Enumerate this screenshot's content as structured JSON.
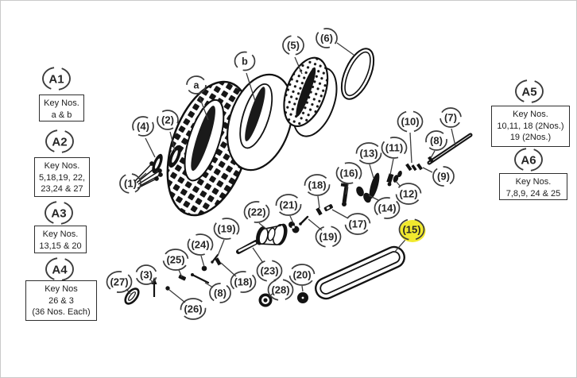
{
  "panels": {
    "a1": {
      "label": "A1",
      "lines": [
        "Key Nos.",
        "a & b"
      ]
    },
    "a2": {
      "label": "A2",
      "lines": [
        "Key Nos.",
        "5,18,19, 22,",
        "23,24 & 27"
      ]
    },
    "a3": {
      "label": "A3",
      "lines": [
        "Key Nos.",
        "13,15 & 20"
      ]
    },
    "a4": {
      "label": "A4",
      "lines": [
        "Key Nos",
        "26 & 3",
        "(36 Nos. Each)"
      ]
    },
    "a5": {
      "label": "A5",
      "lines": [
        "Key Nos.",
        "10,11, 18 (2Nos.)",
        "19 (2Nos.)"
      ]
    },
    "a6": {
      "label": "A6",
      "lines": [
        "Key Nos.",
        "7,8,9, 24 & 25"
      ]
    }
  },
  "callouts": [
    {
      "id": "a",
      "label": "a",
      "paren": false,
      "highlighted": false
    },
    {
      "id": "b",
      "label": "b",
      "paren": false,
      "highlighted": false
    },
    {
      "id": "1",
      "label": "1",
      "paren": true,
      "highlighted": false
    },
    {
      "id": "2",
      "label": "2",
      "paren": true,
      "highlighted": false
    },
    {
      "id": "3",
      "label": "3",
      "paren": true,
      "highlighted": false
    },
    {
      "id": "4",
      "label": "4",
      "paren": true,
      "highlighted": false
    },
    {
      "id": "5",
      "label": "5",
      "paren": true,
      "highlighted": false
    },
    {
      "id": "6",
      "label": "6",
      "paren": true,
      "highlighted": false
    },
    {
      "id": "7",
      "label": "7",
      "paren": true,
      "highlighted": false
    },
    {
      "id": "8a",
      "label": "8",
      "paren": true,
      "highlighted": false
    },
    {
      "id": "8b",
      "label": "8",
      "paren": true,
      "highlighted": false
    },
    {
      "id": "9",
      "label": "9",
      "paren": true,
      "highlighted": false
    },
    {
      "id": "10",
      "label": "10",
      "paren": true,
      "highlighted": false
    },
    {
      "id": "11",
      "label": "11",
      "paren": true,
      "highlighted": false
    },
    {
      "id": "12",
      "label": "12",
      "paren": true,
      "highlighted": false
    },
    {
      "id": "13",
      "label": "13",
      "paren": true,
      "highlighted": false
    },
    {
      "id": "14",
      "label": "14",
      "paren": true,
      "highlighted": false
    },
    {
      "id": "15",
      "label": "15",
      "paren": true,
      "highlighted": true
    },
    {
      "id": "16",
      "label": "16",
      "paren": true,
      "highlighted": false
    },
    {
      "id": "17",
      "label": "17",
      "paren": true,
      "highlighted": false
    },
    {
      "id": "18a",
      "label": "18",
      "paren": true,
      "highlighted": false
    },
    {
      "id": "18b",
      "label": "18",
      "paren": true,
      "highlighted": false
    },
    {
      "id": "19a",
      "label": "19",
      "paren": true,
      "highlighted": false
    },
    {
      "id": "19b",
      "label": "19",
      "paren": true,
      "highlighted": false
    },
    {
      "id": "20",
      "label": "20",
      "paren": true,
      "highlighted": false
    },
    {
      "id": "21",
      "label": "21",
      "paren": true,
      "highlighted": false
    },
    {
      "id": "22",
      "label": "22",
      "paren": true,
      "highlighted": false
    },
    {
      "id": "23",
      "label": "23",
      "paren": true,
      "highlighted": false
    },
    {
      "id": "24",
      "label": "24",
      "paren": true,
      "highlighted": false
    },
    {
      "id": "25",
      "label": "25",
      "paren": true,
      "highlighted": false
    },
    {
      "id": "26",
      "label": "26",
      "paren": true,
      "highlighted": false
    },
    {
      "id": "27",
      "label": "27",
      "paren": true,
      "highlighted": false
    },
    {
      "id": "28",
      "label": "28",
      "paren": true,
      "highlighted": false
    }
  ],
  "colors": {
    "highlight": "#f1e92e",
    "line": "#3c3c3c",
    "ink": "#1c1c1c"
  }
}
